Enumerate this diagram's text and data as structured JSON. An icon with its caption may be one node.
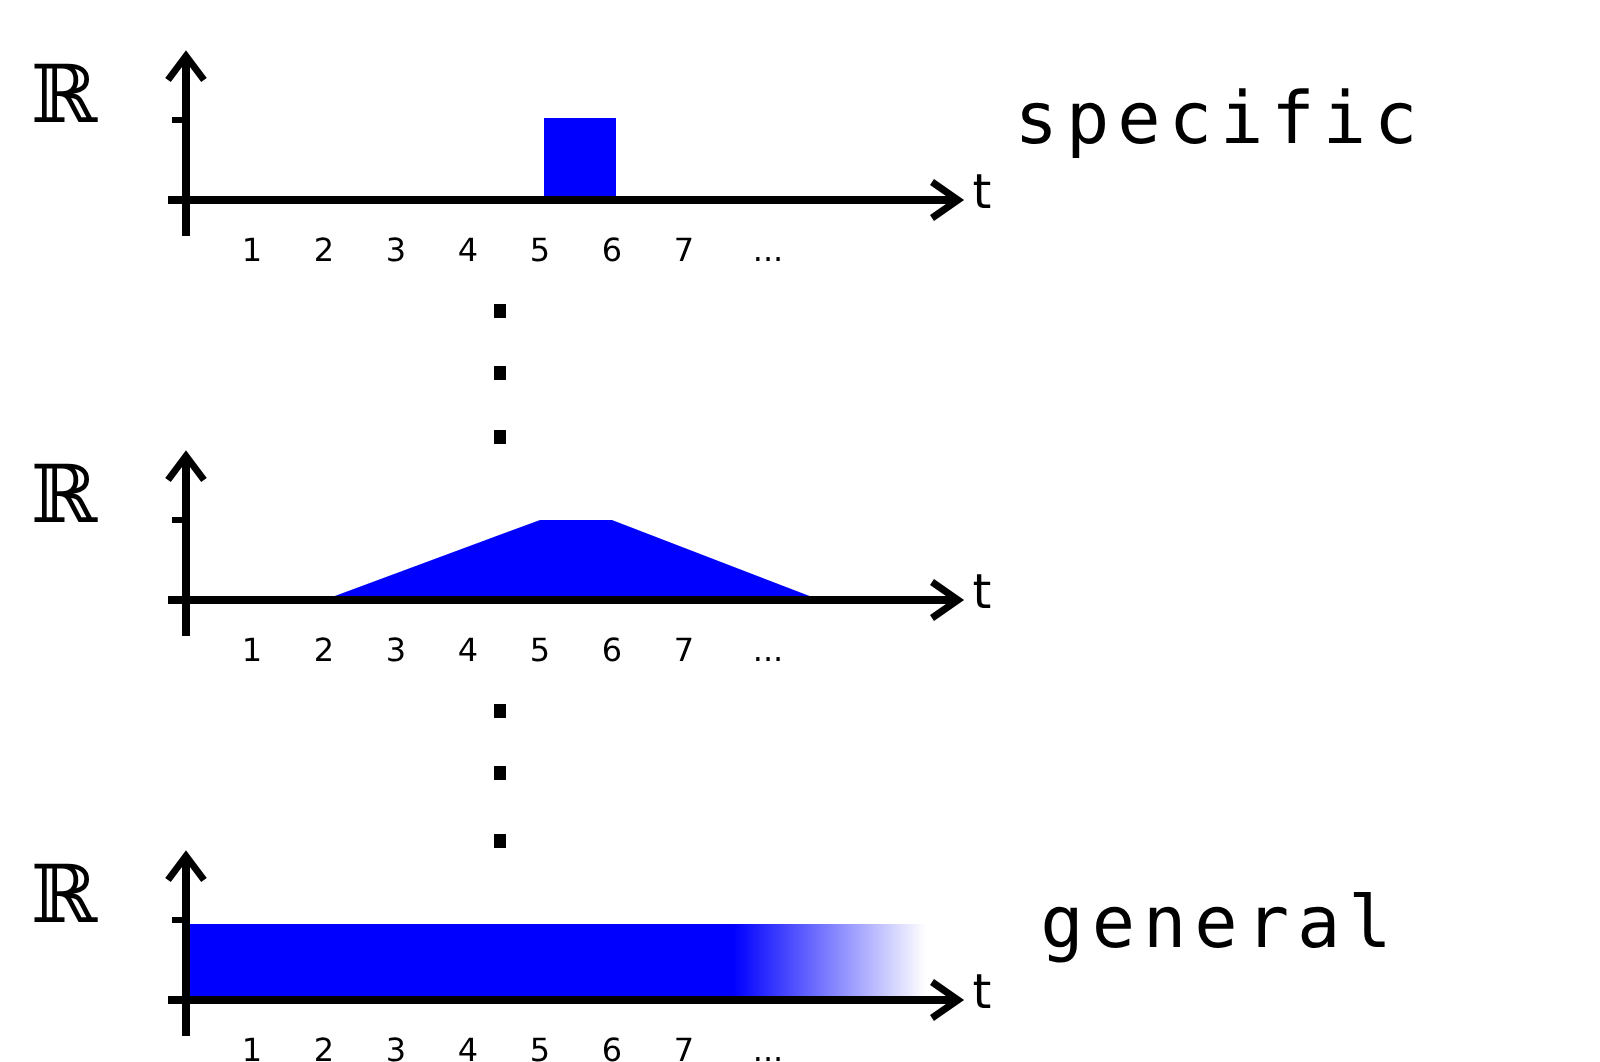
{
  "diagram": {
    "labels": [
      "ℝ",
      "t",
      "1",
      "2",
      "3",
      "4",
      "5",
      "6",
      "7",
      "...",
      "specific",
      "ℝ",
      "t",
      "1",
      "2",
      "3",
      "4",
      "5",
      "6",
      "7",
      "...",
      "ℝ",
      "t",
      "1",
      "2",
      "3",
      "4",
      "5",
      "6",
      "7",
      "...",
      "general"
    ]
  }
}
